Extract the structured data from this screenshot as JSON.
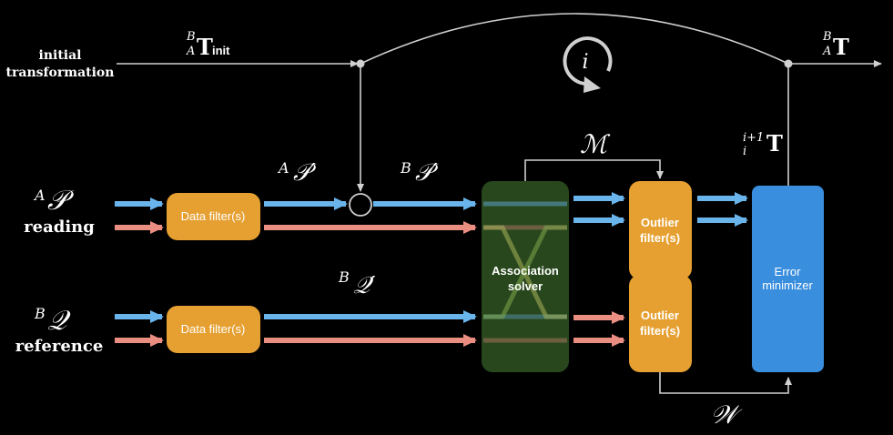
{
  "colors": {
    "background": "#000000",
    "blue_arrow": "#6ab4ec",
    "red_arrow": "#eb8e82",
    "filter_box": "#e6a031",
    "association_box": "#28471d",
    "error_box": "#3a8ede",
    "line": "#d0d0d0"
  },
  "labels": {
    "initial_top": "initial",
    "initial_bottom": "transformation",
    "tinit_super": "B",
    "tinit_sub": "A",
    "tinit_main": "T",
    "tinit_suffix": "init",
    "tout_super": "B",
    "tout_sub": "A",
    "tout_main": "T",
    "iter_symbol": "i",
    "tstep_super": "i+1",
    "tstep_sub": "i",
    "tstep_main": "T",
    "reading_super": "A",
    "reading_symbol": "𝒫",
    "reading_word": "reading",
    "reference_super": "B",
    "reference_symbol": "𝒬",
    "reference_word": "reference",
    "ap_prime_super": "A",
    "ap_prime_symbol": "𝒫′",
    "bp_prime_super": "B",
    "bp_prime_symbol": "𝒫′",
    "bq_prime_super": "B",
    "bq_prime_symbol": "𝒬′",
    "match_symbol": "ℳ",
    "weight_symbol": "𝒲"
  },
  "boxes": {
    "data_filter_top": "Data filter(s)",
    "data_filter_bottom": "Data filter(s)",
    "association_line1": "Association",
    "association_line2": "solver",
    "outlier_top_line1": "Outlier",
    "outlier_top_line2": "filter(s)",
    "outlier_bottom_line1": "Outlier",
    "outlier_bottom_line2": "filter(s)",
    "error_line1": "Error",
    "error_line2": "minimizer"
  }
}
